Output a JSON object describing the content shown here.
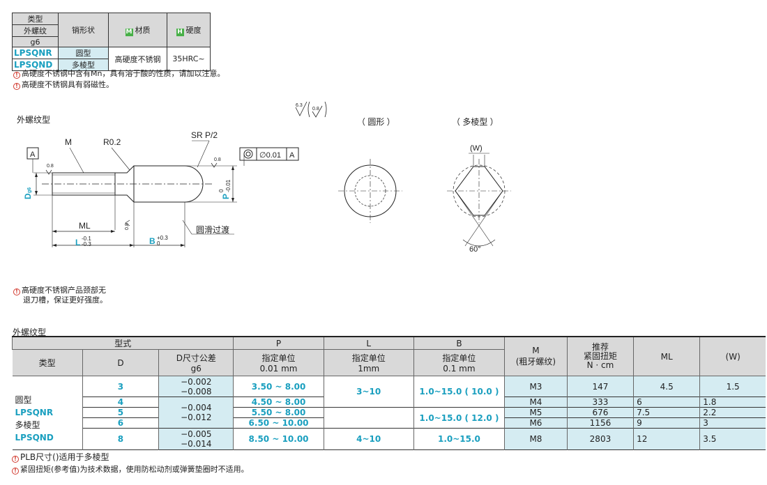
{
  "material_table": {
    "h_type": "类型",
    "h_thread": "外螺纹",
    "h_g6": "g6",
    "h_shape": "销形状",
    "h_material_badge": "M",
    "h_material": "材质",
    "h_hardness_badge": "H",
    "h_hardness": "硬度",
    "rows": [
      {
        "code": "LPSQNR",
        "shape": "圆型"
      },
      {
        "code": "LPSQND",
        "shape": "多棱型"
      }
    ],
    "material": "高硬度不锈钢",
    "hardness": "35HRC~"
  },
  "top_notes": [
    "高硬度不锈钢中含有Mn，具有溶于酸的性质，请加以注意。",
    "高硬度不锈钢具有弱磁性。"
  ],
  "drawing": {
    "title": "外螺纹型",
    "roughness_main": "6.3",
    "roughness_sub": "0.8",
    "label_round": "（ 圆形 ）",
    "label_poly": "（ 多棱型 ）",
    "datum": "A",
    "tol_value": "∅0.01",
    "dim_M": "M",
    "dim_R": "R0.2",
    "dim_SR": "SR P/2",
    "dim_D": "D",
    "dim_D_sub": "g6",
    "dim_P": "P",
    "dim_P_tol_up": "0",
    "dim_P_tol_low": "-0.01",
    "dim_ML": "ML",
    "dim_L": "L",
    "dim_L_tol_up": "-0.1",
    "dim_L_tol_low": "-0.3",
    "dim_B": "B",
    "dim_B_tol_up": "+0.3",
    "dim_B_tol_low": "0",
    "smooth": "圆滑过渡",
    "W": "(W)",
    "angle": "60°"
  },
  "mid_note": [
    "高硬度不锈钢产品颈部无",
    "退刀槽，保证更好强度。"
  ],
  "spec": {
    "title": "外螺纹型",
    "h_model": "型式",
    "h_type": "类型",
    "h_D": "D",
    "h_D_tol": "D尺寸公差",
    "h_D_tol2": "g6",
    "h_P": "P",
    "h_P2": "指定单位",
    "h_P3": "0.01 mm",
    "h_L": "L",
    "h_L2": "指定单位",
    "h_L3": "1mm",
    "h_B": "B",
    "h_B2": "指定单位",
    "h_B3": "0.1 mm",
    "h_M": "M",
    "h_M2": "(粗牙螺纹)",
    "h_T": "推荐",
    "h_T2": "紧固扭矩",
    "h_T3": "N · cm",
    "h_ML": "ML",
    "h_W": "(W)",
    "type_lines": [
      "圆型",
      "LPSQNR",
      "多棱型",
      "LPSQND"
    ],
    "rows": [
      {
        "D": "3",
        "P": "3.50 ~ 8.00",
        "M": "M3",
        "T": "147",
        "ML": "4.5",
        "W": "1.5"
      },
      {
        "D": "4",
        "P": "4.50 ~ 8.00",
        "M": "M4",
        "T": "333",
        "ML": "6",
        "W": "1.8"
      },
      {
        "D": "5",
        "P": "5.50 ~ 8.00",
        "M": "M5",
        "T": "676",
        "ML": "7.5",
        "W": "2.2"
      },
      {
        "D": "6",
        "P": "6.50 ~ 10.00",
        "M": "M6",
        "T": "1156",
        "ML": "9",
        "W": "3"
      },
      {
        "D": "8",
        "P": "8.50 ~ 10.00",
        "M": "M8",
        "T": "2803",
        "ML": "12",
        "W": "3.5"
      }
    ],
    "tol": [
      [
        "−0.002",
        "−0.008"
      ],
      [
        "−0.004",
        "−0.012"
      ],
      [
        "−0.005",
        "−0.014"
      ]
    ],
    "L_groups": [
      "3~10",
      "4~10"
    ],
    "B_groups": [
      "1.0~15.0 ( 10.0 )",
      "1.0~15.0 ( 12.0 )",
      "1.0~15.0"
    ]
  },
  "bottom_notes": [
    "PLB尺寸()适用于多棱型",
    "紧固扭矩(参考值)为技术数据，使用防松动剂或弹簧垫圈时不适用。"
  ],
  "colors": {
    "accent": "#1a9fbf",
    "header_gray": "#d9d9d9",
    "light_blue": "#d5ecf2",
    "note_red": "#d23a2f",
    "badge_green": "#48b048"
  }
}
